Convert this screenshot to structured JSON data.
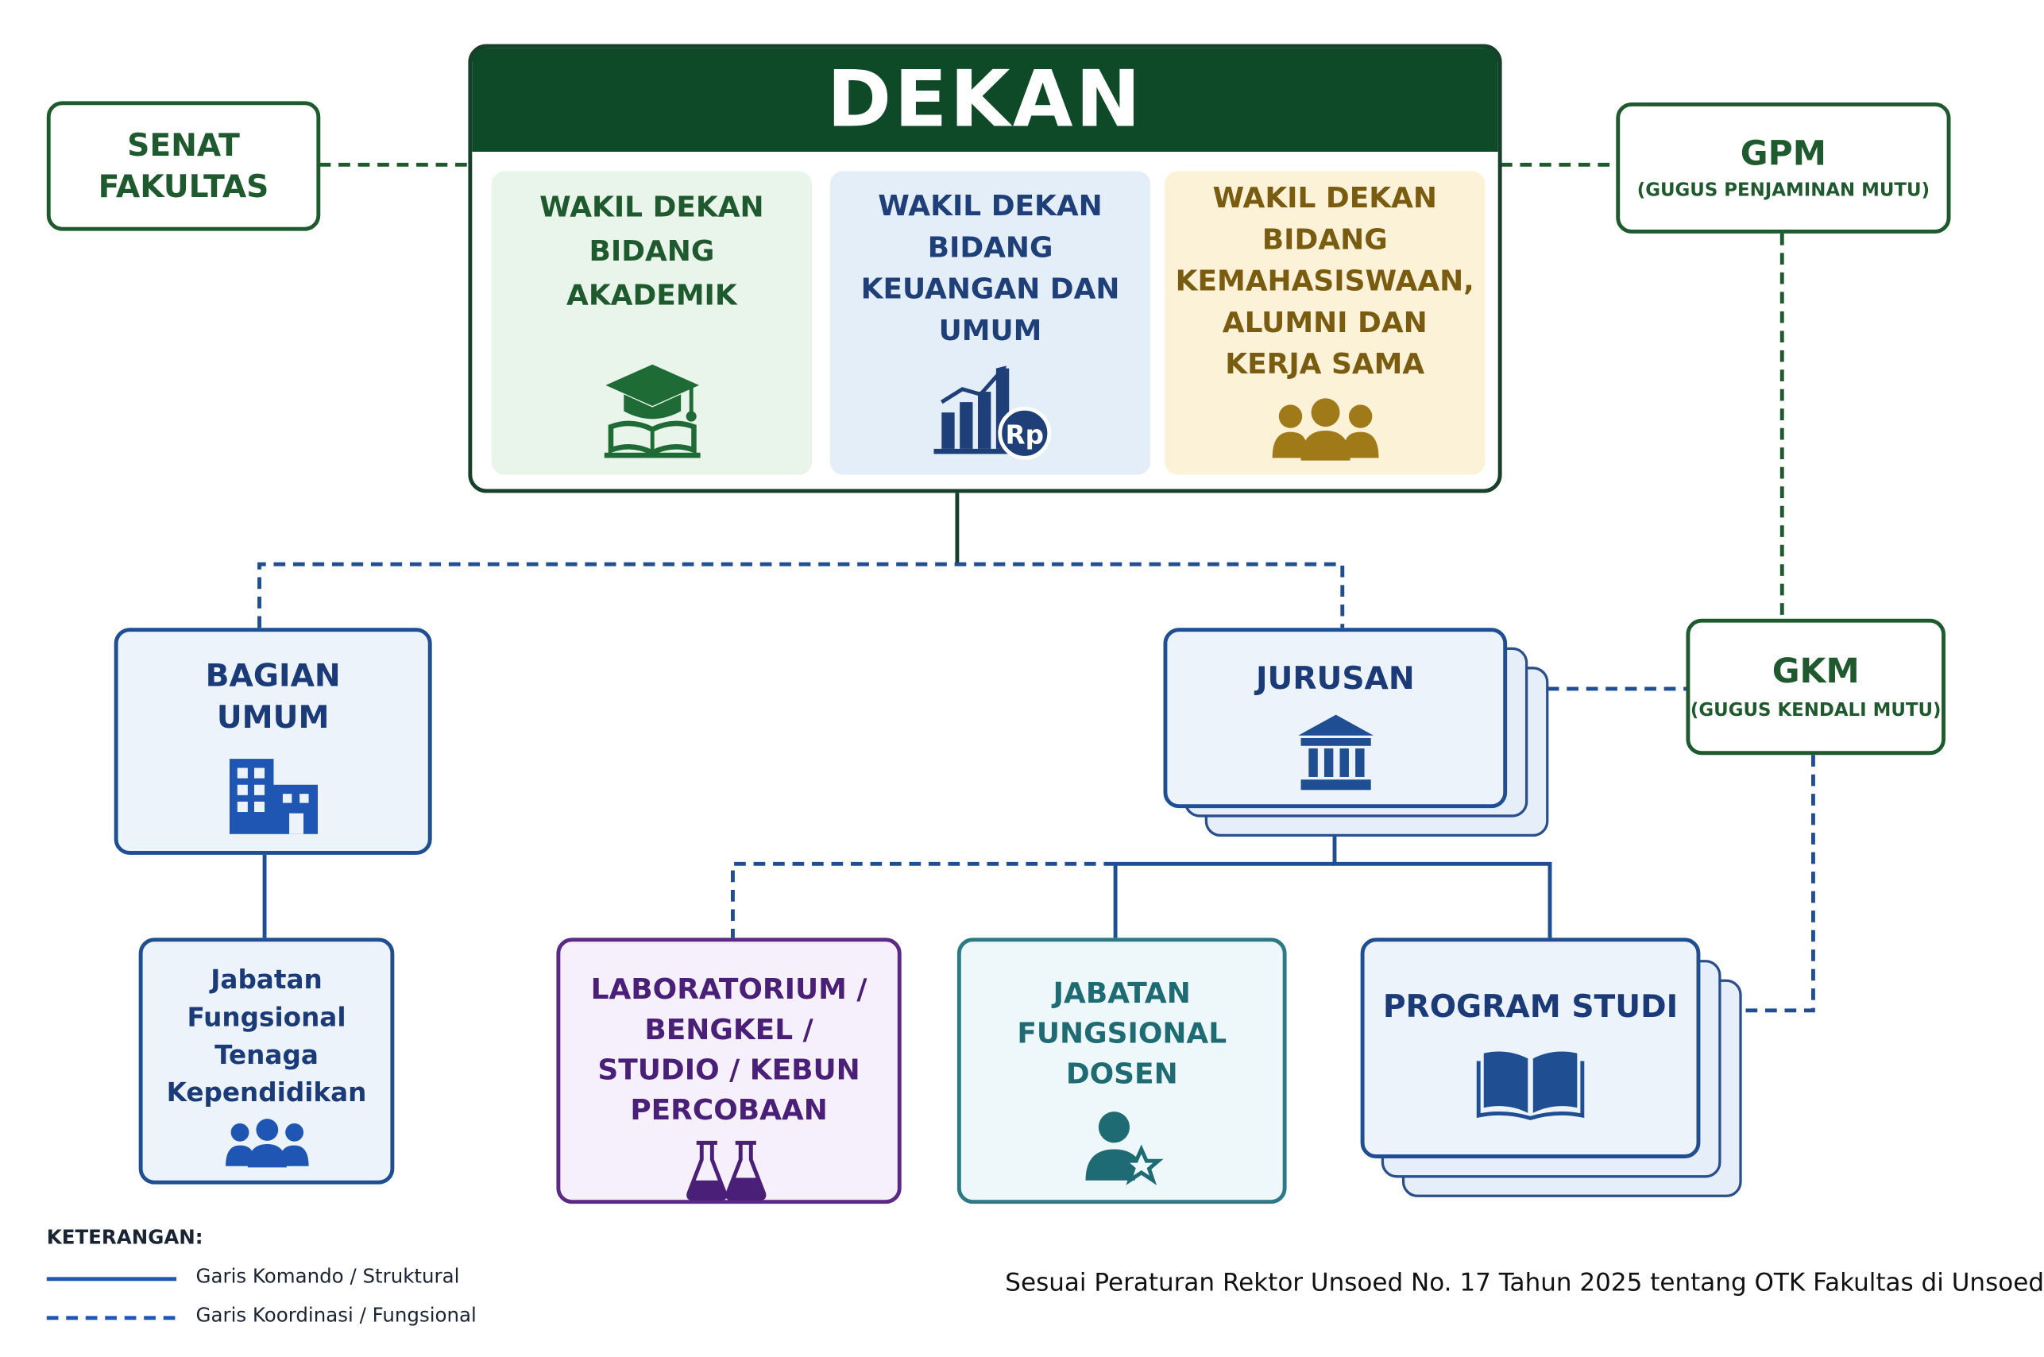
{
  "dekan": {
    "title": "DEKAN",
    "wakil": [
      {
        "lines": [
          "WAKIL DEKAN",
          "BIDANG",
          "AKADEMIK"
        ],
        "icon": "graduation-cap-book-icon"
      },
      {
        "lines": [
          "WAKIL DEKAN",
          "BIDANG",
          "KEUANGAN DAN",
          "UMUM"
        ],
        "icon": "finance-chart-rp-icon"
      },
      {
        "lines": [
          "WAKIL DEKAN",
          "BIDANG",
          "KEMAHASISWAAN,",
          "ALUMNI DAN",
          "KERJA SAMA"
        ],
        "icon": "people-group-icon"
      }
    ]
  },
  "senat": {
    "lines": [
      "SENAT",
      "FAKULTAS"
    ]
  },
  "gpm": {
    "title": "GPM",
    "subtitle": "(GUGUS PENJAMINAN MUTU)"
  },
  "gkm": {
    "title": "GKM",
    "subtitle": "(GUGUS KENDALI MUTU)"
  },
  "bagian_umum": {
    "lines": [
      "BAGIAN",
      "UMUM"
    ],
    "icon": "office-building-icon"
  },
  "jurusan": {
    "title": "JURUSAN",
    "icon": "institution-building-icon"
  },
  "jf_tendik": {
    "lines": [
      "Jabatan",
      "Fungsional",
      "Tenaga",
      "Kependidikan"
    ],
    "icon": "people-group-icon"
  },
  "lab": {
    "lines": [
      "LABORATORIUM /",
      "BENGKEL /",
      "STUDIO / KEBUN",
      "PERCOBAAN"
    ],
    "icon": "lab-flasks-icon"
  },
  "jf_dosen": {
    "lines": [
      "JABATAN",
      "FUNGSIONAL",
      "DOSEN"
    ],
    "icon": "person-star-icon"
  },
  "prodi": {
    "title": "PROGRAM STUDI",
    "icon": "open-book-icon"
  },
  "legend": {
    "title": "KETERANGAN:",
    "items": [
      {
        "label": "Garis Komando / Struktural",
        "style": "solid"
      },
      {
        "label": "Garis Koordinasi / Fungsional",
        "style": "dashed"
      }
    ]
  },
  "note": "Sesuai Peraturan Rektor Unsoed No. 17 Tahun 2025 tentang OTK Fakultas di Unsoed",
  "colors": {
    "dekan_header": "#0f4a28",
    "green": "#1f5a2e",
    "blue": "#1f4f92",
    "purple": "#5b2a86",
    "teal": "#2b7a86",
    "gold": "#7a5c10"
  }
}
